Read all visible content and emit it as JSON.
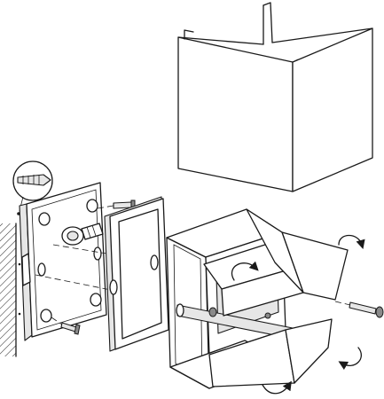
{
  "figure": {
    "kind": "assembly-instruction-diagram",
    "text_labels": [],
    "parts": [
      "wall",
      "wall-plug",
      "mounting-plate",
      "gasket-frame",
      "lamp-body",
      "cover-shade",
      "screw",
      "rotation-arrow"
    ],
    "arrow_count": 4,
    "screw_count": 4
  },
  "colors": {
    "line": "#1a1a1a",
    "fill": "#ffffff",
    "shade": "#e6e6e6",
    "dark": "#8a8a8a"
  }
}
